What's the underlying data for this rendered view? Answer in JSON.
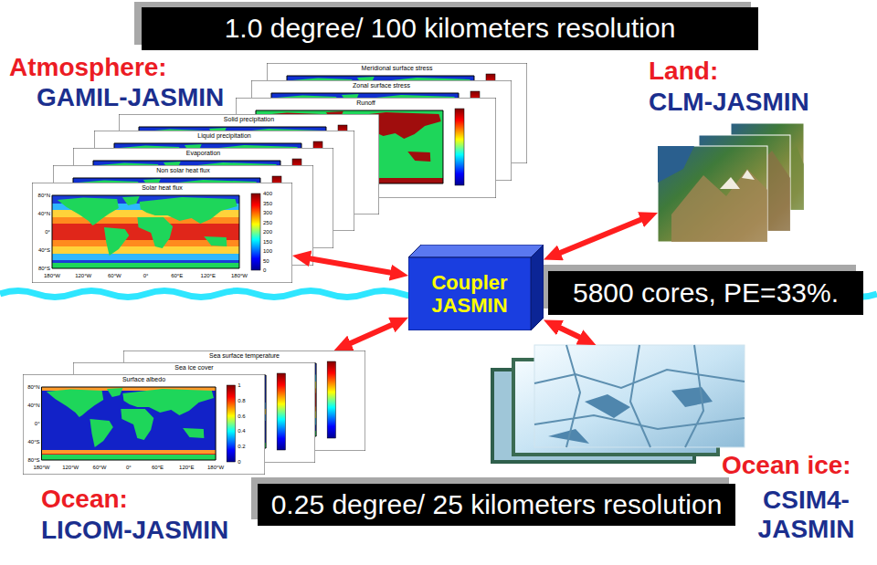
{
  "diagram": {
    "nodes": [
      {
        "text": [
          "1.0 degree/ 100 kilometers resolution"
        ]
      },
      {
        "text": [
          "Atmosphere:",
          "GAMIL-JASMIN"
        ]
      },
      {
        "text": [
          "Land:",
          "CLM-JASMIN"
        ]
      },
      {
        "text": [
          "Coupler JASMIN"
        ]
      },
      {
        "text": [
          "5800 cores, PE=33%."
        ]
      },
      {
        "text": [
          "Ocean:",
          "LICOM-JASMIN"
        ]
      },
      {
        "text": [
          "0.25 degree/ 25 kilometers resolution"
        ]
      },
      {
        "text": [
          "Ocean ice:",
          "CSIM4- JASMIN"
        ]
      }
    ],
    "edges": [
      {
        "from": 1,
        "to": 3,
        "arrow": "both"
      },
      {
        "from": 3,
        "to": 2,
        "arrow": "both"
      },
      {
        "from": 3,
        "to": 5,
        "arrow": "both"
      },
      {
        "from": 3,
        "to": 7,
        "arrow": "both"
      }
    ],
    "labels": [
      "Meridional surface stress",
      "Zonal surface stress",
      "Runoff",
      "Solid precipitation",
      "Liquid precipitation",
      "Evaporation",
      "Non solar heat flux",
      "Solar heat flux",
      "400",
      "350",
      "300",
      "250",
      "200",
      "150",
      "100",
      "50",
      "0",
      "80°N",
      "40°N",
      "0°",
      "40°S",
      "80°S",
      "180°W",
      "120°W",
      "60°W",
      "0°",
      "60°E",
      "120°E",
      "180°W",
      "Sea surface temperature",
      "Sea ice cover",
      "Surface albedo",
      "1",
      "0.8",
      "0.6",
      "0.4",
      "0.2",
      "0",
      "80°N",
      "40°N",
      "0°",
      "40°S",
      "80°S",
      "180°W",
      "120°W",
      "60°W",
      "0°",
      "60°E",
      "120°E",
      "180°W"
    ]
  }
}
